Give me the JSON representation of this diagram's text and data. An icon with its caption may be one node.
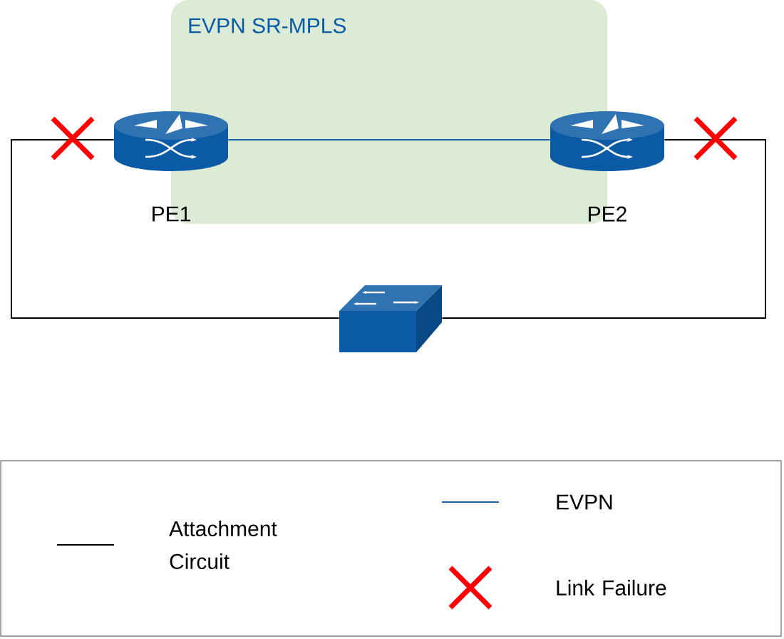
{
  "diagram": {
    "nodes": [
      {
        "text": [
          "PE1"
        ]
      },
      {
        "text": [
          "PE2"
        ]
      },
      {
        "text": [],
        "shape": "box"
      }
    ],
    "edges": [
      {
        "from": 0,
        "to": 1,
        "arrow": "none",
        "color": "#1a5ea8"
      },
      {
        "from": 0,
        "to": 2,
        "arrow": "none"
      },
      {
        "from": 1,
        "to": 2,
        "arrow": "none"
      }
    ],
    "labels": [
      "EVPN SR-MPLS"
    ],
    "legend": [
      {
        "text": "Attachment Circuit"
      },
      {
        "text": "EVPN"
      },
      {
        "text": "Link Failure"
      }
    ]
  }
}
